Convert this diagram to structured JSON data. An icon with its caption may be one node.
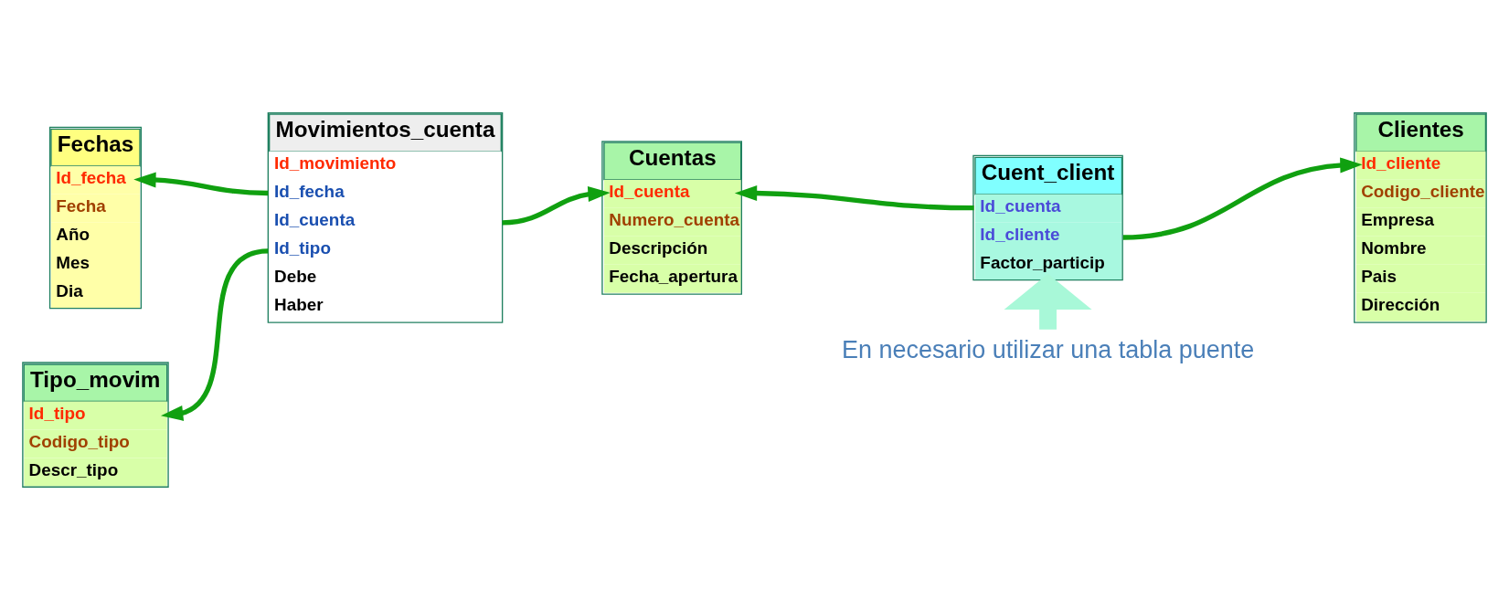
{
  "diagram": {
    "nodes": [
      {
        "text": [
          "Fechas",
          "Id_fecha",
          "Fecha",
          "Año",
          "Mes",
          "Dia"
        ]
      },
      {
        "text": [
          "Movimientos_cuenta",
          "Id_movimiento",
          "Id_fecha",
          "Id_cuenta",
          "Id_tipo",
          "Debe",
          "Haber"
        ]
      },
      {
        "text": [
          "Cuentas",
          "Id_cuenta",
          "Numero_cuenta",
          "Descripción",
          "Fecha_apertura"
        ]
      },
      {
        "text": [
          "Cuent_client",
          "Id_cuenta",
          "Id_cliente",
          "Factor_particip"
        ]
      },
      {
        "text": [
          "Clientes",
          "Id_cliente",
          "Codigo_cliente",
          "Empresa",
          "Nombre",
          "Pais",
          "Dirección"
        ]
      },
      {
        "text": [
          "Tipo_movim",
          "Id_tipo",
          "Codigo_tipo",
          "Descr_tipo"
        ]
      },
      {
        "text": [
          "En necesario utilizar una tabla puente"
        ]
      }
    ],
    "edges": [
      {
        "from": 1,
        "to": 0,
        "arrow": "to"
      },
      {
        "from": 1,
        "to": 2,
        "arrow": "to"
      },
      {
        "from": 1,
        "to": 5,
        "arrow": "to"
      },
      {
        "from": 3,
        "to": 2,
        "arrow": "to"
      },
      {
        "from": 3,
        "to": 4,
        "arrow": "to"
      },
      {
        "from": 6,
        "to": 3,
        "arrow": "to",
        "style": "thick",
        "color": "#a8f8d8"
      }
    ]
  }
}
